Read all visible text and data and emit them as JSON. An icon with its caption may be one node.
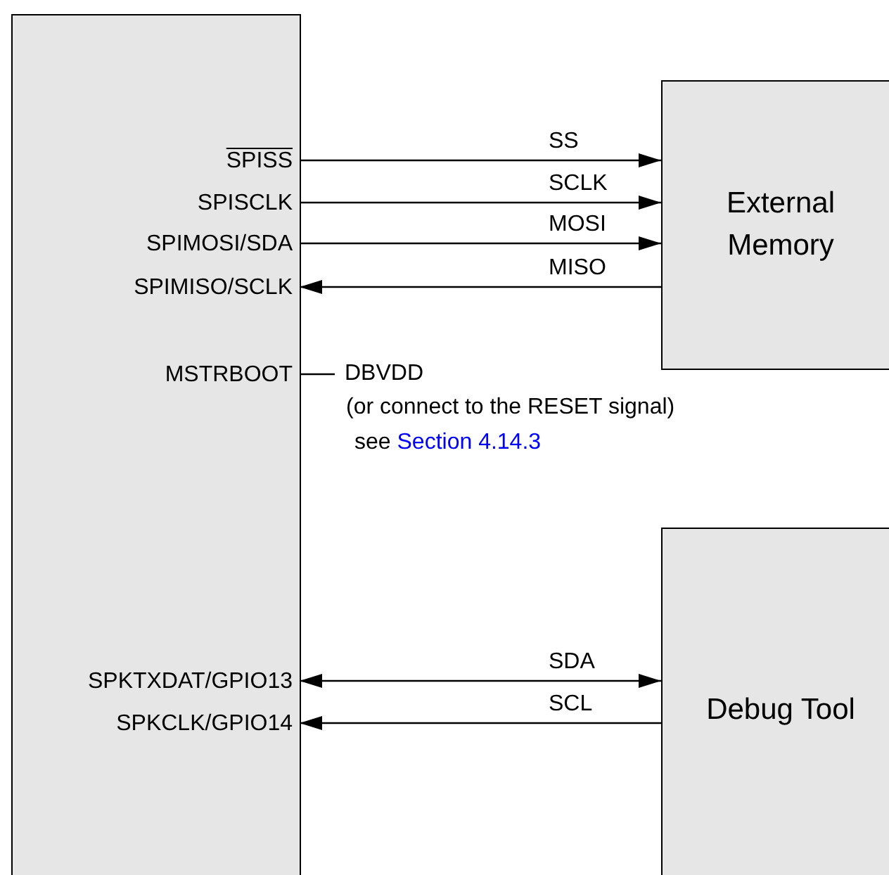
{
  "diagram": {
    "nodes": [
      {
        "text": [],
        "shape": "box"
      },
      {
        "text": [
          "SPISS"
        ],
        "in": 0
      },
      {
        "text": [
          "SPISCLK"
        ],
        "in": 0
      },
      {
        "text": [
          "SPIMOSI/SDA"
        ],
        "in": 0
      },
      {
        "text": [
          "SPIMISO/SCLK"
        ],
        "in": 0
      },
      {
        "text": [
          "MSTRBOOT"
        ],
        "in": 0
      },
      {
        "text": [
          "SPKTXDAT/GPIO13"
        ],
        "in": 0
      },
      {
        "text": [
          "SPKCLK/GPIO14"
        ],
        "in": 0
      },
      {
        "text": [
          "External Memory"
        ]
      },
      {
        "text": [
          "DBVDD"
        ],
        "beside": [
          "(or connect to the RESET signal)",
          "see Section 4.14.3"
        ]
      },
      {
        "text": [
          "Debug Tool"
        ]
      }
    ],
    "edges": [
      {
        "from": 1,
        "to": 8,
        "arrow": "to",
        "label": "SS"
      },
      {
        "from": 2,
        "to": 8,
        "arrow": "to",
        "label": "SCLK"
      },
      {
        "from": 3,
        "to": 8,
        "arrow": "to",
        "label": "MOSI"
      },
      {
        "from": 8,
        "to": 4,
        "arrow": "to",
        "label": "MISO"
      },
      {
        "from": 5,
        "to": 9,
        "arrow": "none"
      },
      {
        "from": 6,
        "to": 10,
        "arrow": "both",
        "label": "SDA"
      },
      {
        "from": 10,
        "to": 7,
        "arrow": "to",
        "label": "SCL"
      }
    ]
  }
}
